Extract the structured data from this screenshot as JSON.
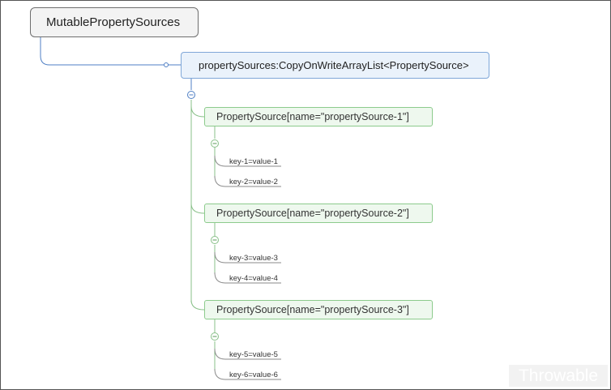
{
  "diagram": {
    "root": "MutablePropertySources",
    "main": "propertySources:CopyOnWriteArrayList<PropertySource>",
    "sources": [
      {
        "label": "PropertySource[name=\"propertySource-1\"]",
        "entries": [
          "key-1=value-1",
          "key-2=value-2"
        ]
      },
      {
        "label": "PropertySource[name=\"propertySource-2\"]",
        "entries": [
          "key-3=value-3",
          "key-4=value-4"
        ]
      },
      {
        "label": "PropertySource[name=\"propertySource-3\"]",
        "entries": [
          "key-5=value-5",
          "key-6=value-6"
        ]
      }
    ]
  },
  "watermark": "Throwable",
  "colors": {
    "root_border": "#6e6e6e",
    "main_border": "#7fa7d8",
    "main_fill": "#eaf2fb",
    "main_connector": "#4f7fc4",
    "sub_border": "#8ccb8c",
    "sub_fill": "#eef8ee",
    "sub_connector": "#88c088",
    "leaf_connector": "#8a8a8a"
  },
  "icons": {
    "collapse": "collapse-minus-icon"
  }
}
